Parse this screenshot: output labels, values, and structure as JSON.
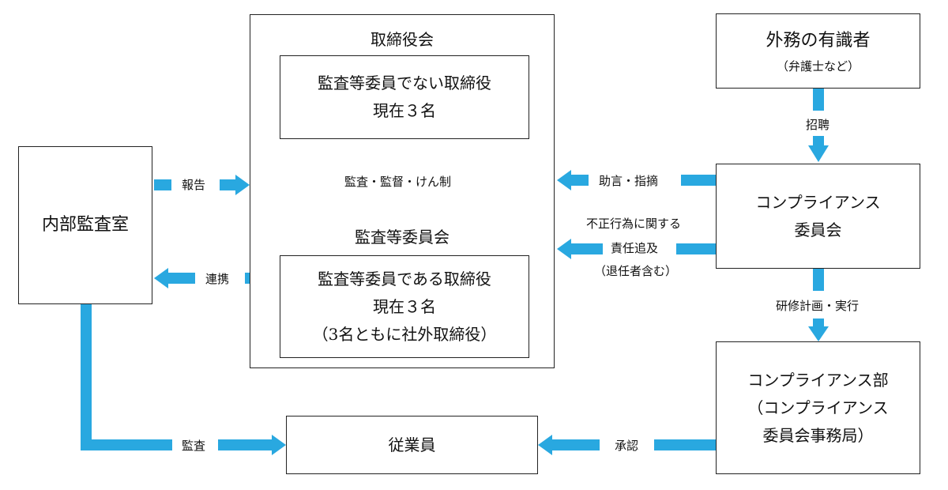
{
  "board": {
    "title": "取締役会"
  },
  "non_audit_directors": {
    "line1": "監査等委員でない取締役",
    "line2": "現在３名"
  },
  "audit_committee": {
    "title": "監査等委員会"
  },
  "audit_directors": {
    "line1": "監査等委員である取締役",
    "line2": "現在３名",
    "line3": "（3名ともに社外取締役）"
  },
  "internal_audit": {
    "title": "内部監査室"
  },
  "external_experts": {
    "title": "外務の有識者",
    "sub": "（弁護士など）"
  },
  "compliance_committee": {
    "line1": "コンプライアンス",
    "line2": "委員会"
  },
  "compliance_dept": {
    "line1": "コンプライアンス部",
    "line2": "（コンプライアンス",
    "line3": "委員会事務局）"
  },
  "employees": {
    "title": "従業員"
  },
  "edges": {
    "report": "報告",
    "coordination": "連携",
    "supervision": "監査・監督・けん制",
    "advice": "助言・指摘",
    "liability_1": "不正行為に関する",
    "liability_2": "責任追及",
    "liability_3": "（退任者含む）",
    "recruit": "招聘",
    "training": "研修計画・実行",
    "audit": "監査",
    "approval": "承認"
  },
  "colors": {
    "arrow": "#29a8e0",
    "border": "#222222"
  }
}
